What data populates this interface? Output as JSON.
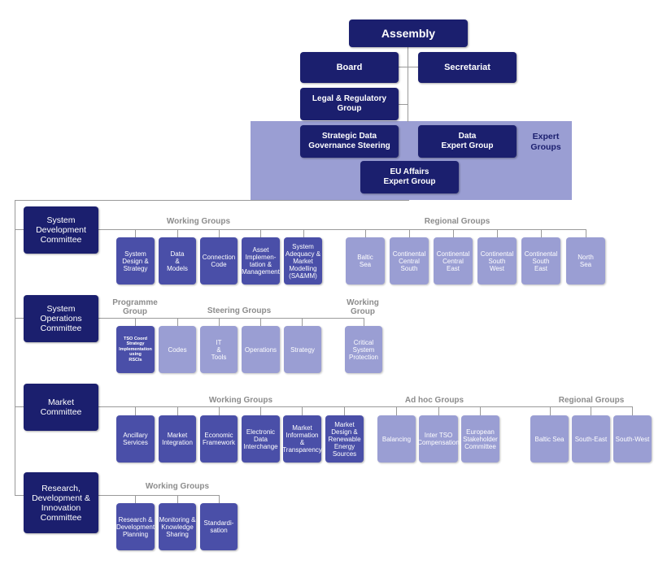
{
  "top": {
    "assembly": "Assembly",
    "board": "Board",
    "secretariat": "Secretariat",
    "legal": "Legal & Regulatory\nGroup",
    "strategic_data": "Strategic Data\nGovernance Steering",
    "data_expert": "Data\nExpert Group",
    "expert_groups_label": "Expert\nGroups",
    "eu_affairs": "EU Affairs\nExpert Group"
  },
  "sdc": {
    "name": "System\nDevelopment\nCommittee",
    "working_groups_label": "Working Groups",
    "regional_groups_label": "Regional Groups",
    "working_groups": [
      "System\nDesign &\nStrategy",
      "Data\n&\nModels",
      "Connection\nCode",
      "Asset\nImplemen-\ntation &\nManagement",
      "System\nAdequacy &\nMarket\nModelling\n(SA&MM)"
    ],
    "regional_groups": [
      "Baltic\nSea",
      "Continental\nCentral\nSouth",
      "Continental\nCentral\nEast",
      "Continental\nSouth\nWest",
      "Continental\nSouth\nEast",
      "North\nSea"
    ]
  },
  "soc": {
    "name": "System\nOperations\nCommittee",
    "programme_label": "Programme\nGroup",
    "steering_label": "Steering Groups",
    "working_label": "Working\nGroup",
    "programme_group": "TSO Coord\nStrategy\nImplementation\nusing\nRSCIs",
    "steering_groups": [
      "Codes",
      "IT\n&\nTools",
      "Operations",
      "Strategy"
    ],
    "working_group": "Critical\nSystem\nProtection"
  },
  "mc": {
    "name": "Market\nCommittee",
    "working_groups_label": "Working Groups",
    "adhoc_label": "Ad hoc Groups",
    "regional_label": "Regional Groups",
    "working_groups": [
      "Ancillary\nServices",
      "Market\nIntegration",
      "Economic\nFramework",
      "Electronic\nData\nInterchange",
      "Market\nInformation\n&\nTransparency",
      "Market\nDesign &\nRenewable\nEnergy\nSources"
    ],
    "adhoc_groups": [
      "Balancing",
      "Inter TSO\nCompensation",
      "European\nStakeholder\nCommittee"
    ],
    "regional_groups": [
      "Baltic Sea",
      "South-East",
      "South-West"
    ]
  },
  "rdic": {
    "name": "Research,\nDevelopment &\nInnovation\nCommittee",
    "working_groups_label": "Working Groups",
    "working_groups": [
      "Research &\nDevelopment\nPlanning",
      "Monitoring &\nKnowledge\nSharing",
      "Standardi-\nsation"
    ]
  },
  "colors": {
    "navy": "#1b1f6e",
    "dark_box": "#4a4fa8",
    "light_box": "#9a9ed3",
    "expert_band": "#9a9ed3",
    "label_gray": "#8c8c8c"
  }
}
